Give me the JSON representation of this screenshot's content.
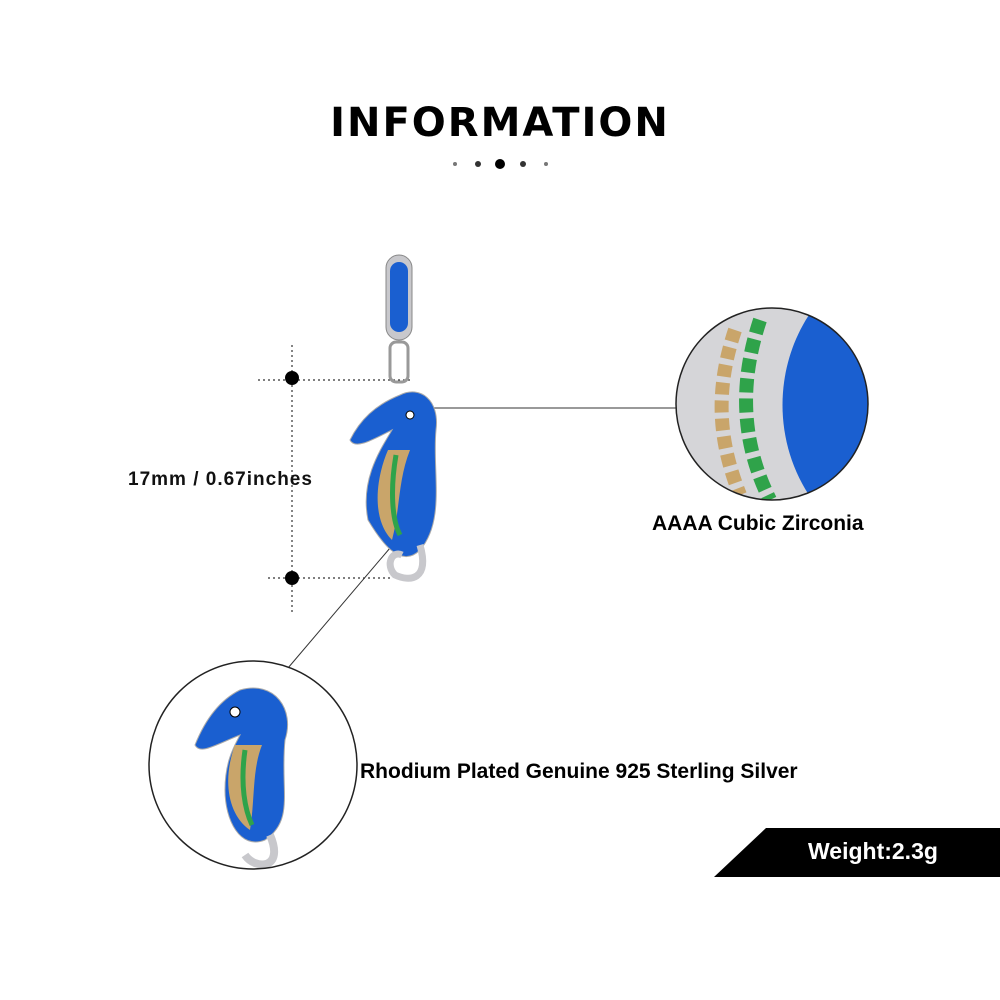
{
  "title": "INFORMATION",
  "dimension_label": "17mm / 0.67inches",
  "features": {
    "zirconia": "AAAA Cubic Zirconia",
    "silver": "Rhodium Plated Genuine 925 Sterling Silver"
  },
  "weight": "Weight:2.3g",
  "colors": {
    "enamel": "#1a5fd0",
    "crystal_green": "#2fa34a",
    "crystal_gold": "#c9a56a",
    "silver": "#c8c8cc"
  }
}
